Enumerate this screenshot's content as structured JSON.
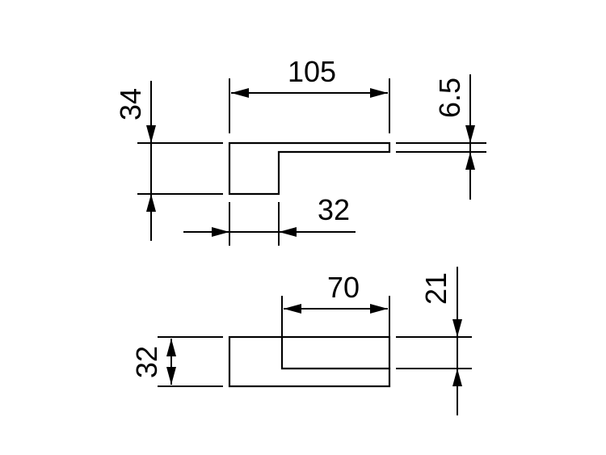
{
  "drawing": {
    "upper_view": {
      "overall_width": "105",
      "height": "34",
      "stem_width": "32",
      "flange_thickness": "6.5"
    },
    "lower_view": {
      "inner_length": "70",
      "height": "32",
      "inner_height": "21"
    }
  },
  "colors": {
    "line": "#000000",
    "background": "#ffffff"
  }
}
